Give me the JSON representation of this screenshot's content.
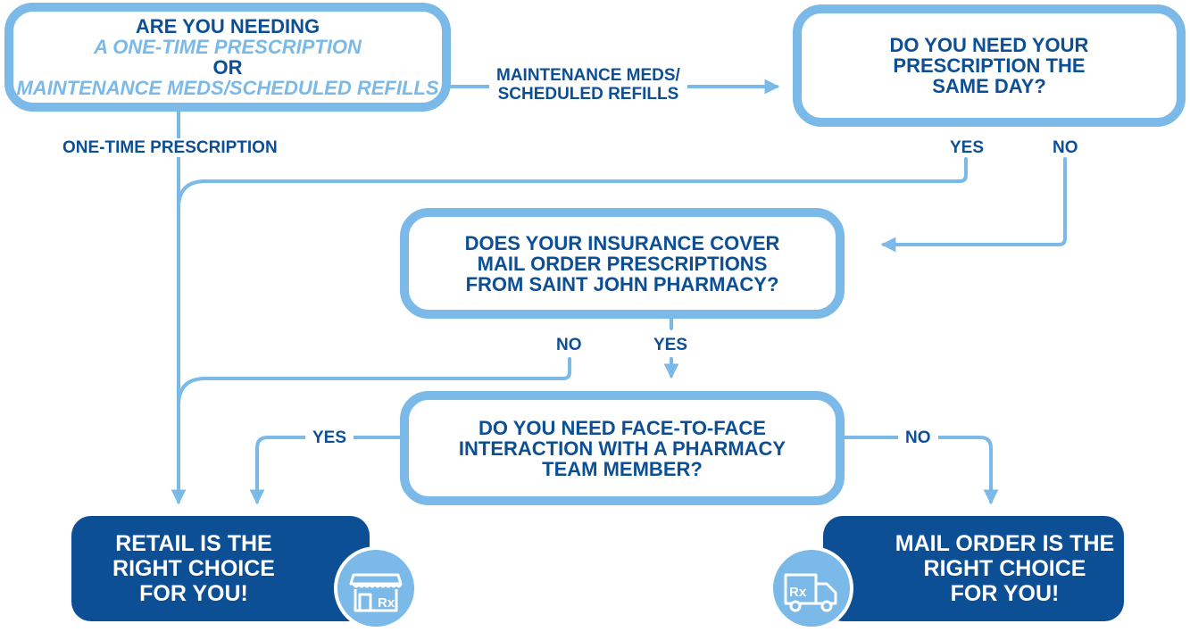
{
  "q1": {
    "line1": "ARE YOU NEEDING",
    "line2": "A ONE-TIME PRESCRIPTION",
    "line3": "OR",
    "line4": "MAINTENANCE MEDS/SCHEDULED REFILLS"
  },
  "q2": {
    "line1": "DO YOU NEED YOUR",
    "line2": "PRESCRIPTION THE",
    "line3": "SAME DAY?"
  },
  "q3": {
    "line1": "DOES YOUR INSURANCE COVER",
    "line2": "MAIL ORDER PRESCRIPTIONS",
    "line3": "FROM SAINT JOHN PHARMACY?"
  },
  "q4": {
    "line1": "DO YOU NEED FACE-TO-FACE",
    "line2": "INTERACTION WITH A PHARMACY",
    "line3": "TEAM MEMBER?"
  },
  "edges": {
    "maintenance_line1": "MAINTENANCE MEDS/",
    "maintenance_line2": "SCHEDULED REFILLS",
    "one_time": "ONE-TIME PRESCRIPTION",
    "q2_yes": "YES",
    "q2_no": "NO",
    "q3_no": "NO",
    "q3_yes": "YES",
    "q4_yes": "YES",
    "q4_no": "NO"
  },
  "retail": {
    "line1": "RETAIL IS  THE",
    "line2": "RIGHT CHOICE",
    "line3": "FOR YOU!",
    "icon": "storefront-rx-icon"
  },
  "mail": {
    "line1": "MAIL ORDER IS THE",
    "line2": "RIGHT CHOICE",
    "line3": "FOR YOU!",
    "icon": "delivery-truck-rx-icon"
  },
  "colors": {
    "navy": "#0d4f94",
    "light_blue": "#7ab9e8",
    "white": "#ffffff"
  }
}
